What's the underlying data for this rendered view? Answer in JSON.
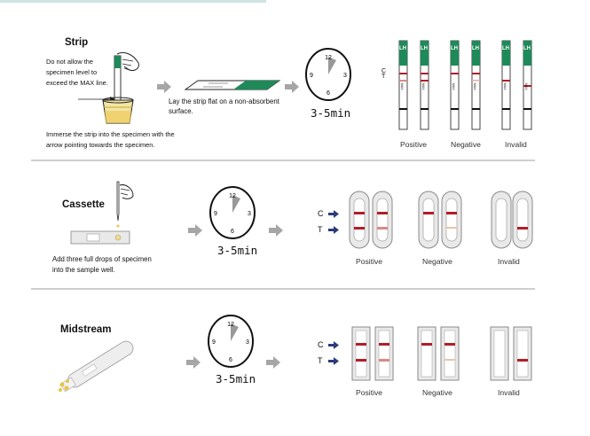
{
  "strip": {
    "title": "Strip",
    "note_left": [
      "Do not allow the",
      "specimen level to",
      "exceed the MAX line."
    ],
    "note_bottom": [
      "Immerse the strip into the specimen with the",
      "arrow pointing towards the specimen."
    ],
    "lay_flat": [
      "Lay the strip flat on a non-absorbent",
      "surface."
    ],
    "time": "3-5min",
    "c_label": "C",
    "t_label": "T",
    "brand": "LH",
    "max_label": "MAX",
    "results": [
      "Positive",
      "Negative",
      "Invalid"
    ]
  },
  "cassette": {
    "title": "Cassette",
    "note": [
      "Add three full drops of specimen",
      "into the sample well."
    ],
    "time": "3-5min",
    "c_label": "C",
    "t_label": "T",
    "results": [
      "Positive",
      "Negative",
      "Invalid"
    ]
  },
  "midstream": {
    "title": "Midstream",
    "time": "3-5min",
    "c_label": "C",
    "t_label": "T",
    "results": [
      "Positive",
      "Negative",
      "Invalid"
    ]
  },
  "clock": {
    "n12": "12",
    "n3": "3",
    "n6": "6",
    "n9": "9"
  },
  "colors": {
    "line_red": "#b01e2a",
    "faint_red": "#d98a86",
    "brand_green": "#1e8a5a",
    "arrow_gray": "#a6a6a6"
  }
}
